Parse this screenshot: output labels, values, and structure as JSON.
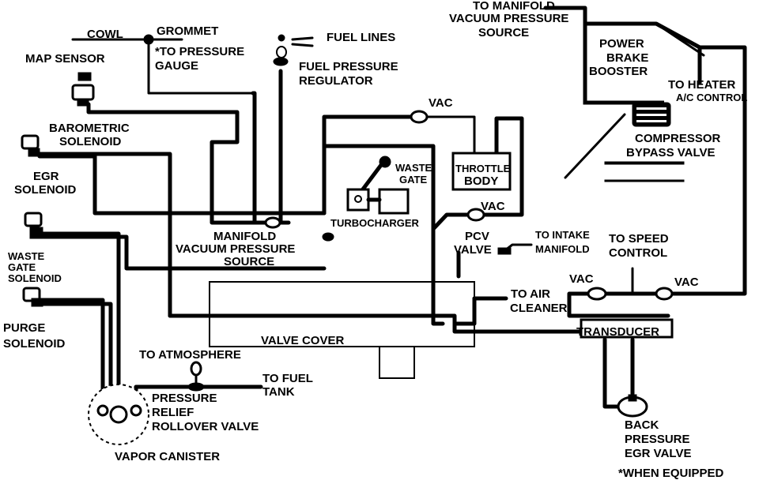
{
  "colors": {
    "ink": "#000000",
    "paper": "#ffffff"
  },
  "labels": {
    "cowl": "COWL",
    "grommet": "GROMMET",
    "to_pressure_gauge_1": "*TO PRESSURE",
    "to_pressure_gauge_2": "GAUGE",
    "fuel_lines": "FUEL LINES",
    "fuel_pressure_regulator_1": "FUEL PRESSURE",
    "fuel_pressure_regulator_2": "REGULATOR",
    "manifold_source_top_1": "TO MANIFOLD",
    "manifold_source_top_2": "VACUUM PRESSURE",
    "manifold_source_top_3": "SOURCE",
    "power_brake_booster_1": "POWER",
    "power_brake_booster_2": "BRAKE",
    "power_brake_booster_3": "BOOSTER",
    "to_heater_1": "TO HEATER",
    "to_heater_2": "A/C CONTROL",
    "compressor_bypass_1": "COMPRESSOR",
    "compressor_bypass_2": "BYPASS VALVE",
    "map_sensor": "MAP SENSOR",
    "barometric_solenoid_1": "BAROMETRIC",
    "barometric_solenoid_2": "SOLENOID",
    "egr_solenoid_1": "EGR",
    "egr_solenoid_2": "SOLENOID",
    "waste_gate_solenoid_1": "WASTE",
    "waste_gate_solenoid_2": "GATE",
    "waste_gate_solenoid_3": "SOLENOID",
    "purge_solenoid_1": "PURGE",
    "purge_solenoid_2": "SOLENOID",
    "vac_top": "VAC",
    "waste_gate_1": "WASTE",
    "waste_gate_2": "GATE",
    "throttle_body_1": "THROTTLE",
    "throttle_body_2": "BODY",
    "turbocharger": "TURBOCHARGER",
    "vac_pcv": "VAC",
    "pcv_valve_1": "PCV",
    "pcv_valve_2": "VALVE",
    "to_intake_manifold_1": "TO INTAKE",
    "to_intake_manifold_2": "MANIFOLD",
    "manifold_source_mid_1": "MANIFOLD",
    "manifold_source_mid_2": "VACUUM PRESSURE",
    "manifold_source_mid_3": "SOURCE",
    "to_speed_control_1": "TO SPEED",
    "to_speed_control_2": "CONTROL",
    "vac_left": "VAC",
    "vac_right": "VAC",
    "to_air_cleaner_1": "TO AIR",
    "to_air_cleaner_2": "CLEANER",
    "transducer": "TRANSDUCER",
    "valve_cover": "VALVE COVER",
    "to_atmosphere": "TO ATMOSPHERE",
    "to_fuel_tank_1": "TO FUEL",
    "to_fuel_tank_2": "TANK",
    "pressure_relief_1": "PRESSURE",
    "pressure_relief_2": "RELIEF",
    "pressure_relief_3": "ROLLOVER VALVE",
    "vapor_canister": "VAPOR CANISTER",
    "back_pressure_egr_1": "BACK",
    "back_pressure_egr_2": "PRESSURE",
    "back_pressure_egr_3": "EGR VALVE",
    "when_equipped": "*WHEN EQUIPPED"
  }
}
